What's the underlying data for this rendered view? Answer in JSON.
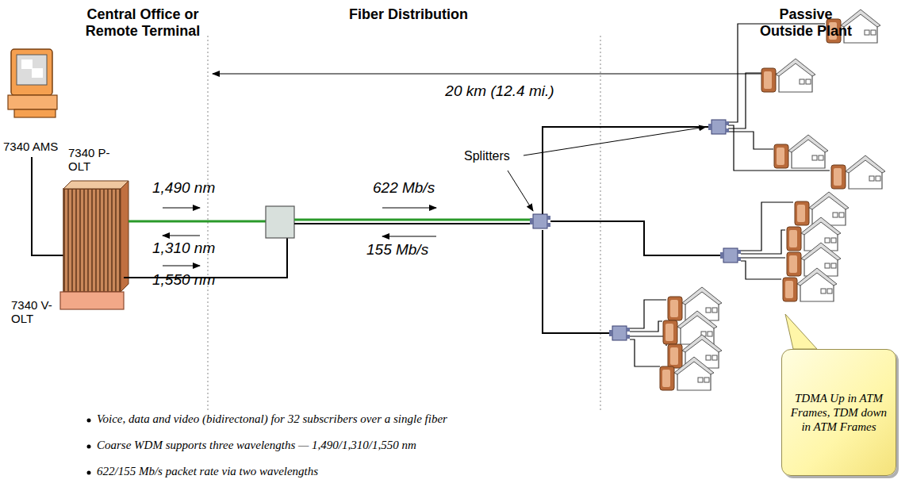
{
  "diagram": {
    "nodes": [
      {
        "text": [
          "TDMA Up in ATM Frames, TDM down in ATM Frames"
        ]
      }
    ],
    "labels": [
      "Central Office or Remote Terminal",
      "Fiber Distribution",
      "Passive Outside Plant",
      "20 km (12.4 mi.)",
      "7340 AMS",
      "7340 P-OLT",
      "7340 V-OLT",
      "1,490 nm",
      "1,310 nm",
      "1,550 nm",
      "622 Mb/s",
      "155 Mb/s",
      "Splitters",
      "Voice, data and video (bidirectonal) for 32 subscribers over a single fiber",
      "Coarse WDM supports three wavelengths — 1,490/1,310/1,550 nm",
      "622/155 Mb/s packet rate via two wavelengths"
    ]
  }
}
